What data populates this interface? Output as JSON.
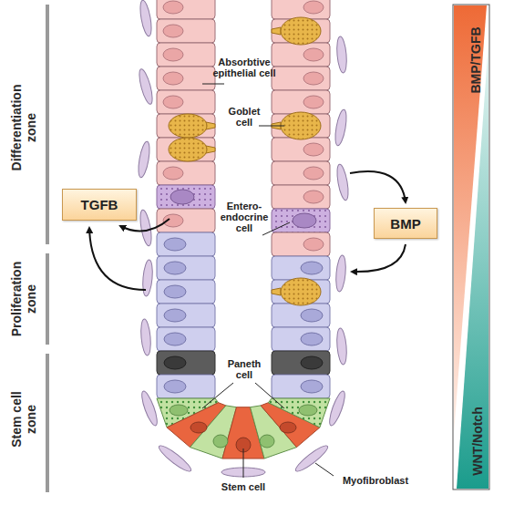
{
  "diagram": {
    "nodes": [
      {
        "text": [
          "TGFB"
        ]
      },
      {
        "text": [
          "BMP"
        ]
      },
      {
        "text": [
          "BMP/TGFB"
        ]
      },
      {
        "text": [
          "WNT/Notch"
        ]
      }
    ],
    "labels": [
      "Differentiation zone",
      "Proliferation zone",
      "Stem cell zone",
      "Absorbtive epithelial cell",
      "Goblet cell",
      "Entero- endocrine cell",
      "Paneth cell",
      "Stem cell",
      "Myofibroblast"
    ]
  }
}
